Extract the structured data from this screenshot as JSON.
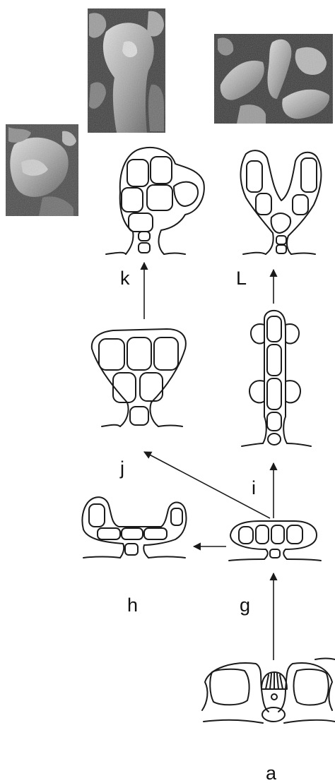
{
  "labels": {
    "a": "a",
    "g": "g",
    "h": "h",
    "i": "i",
    "j": "j",
    "k": "k",
    "L": "L"
  }
}
